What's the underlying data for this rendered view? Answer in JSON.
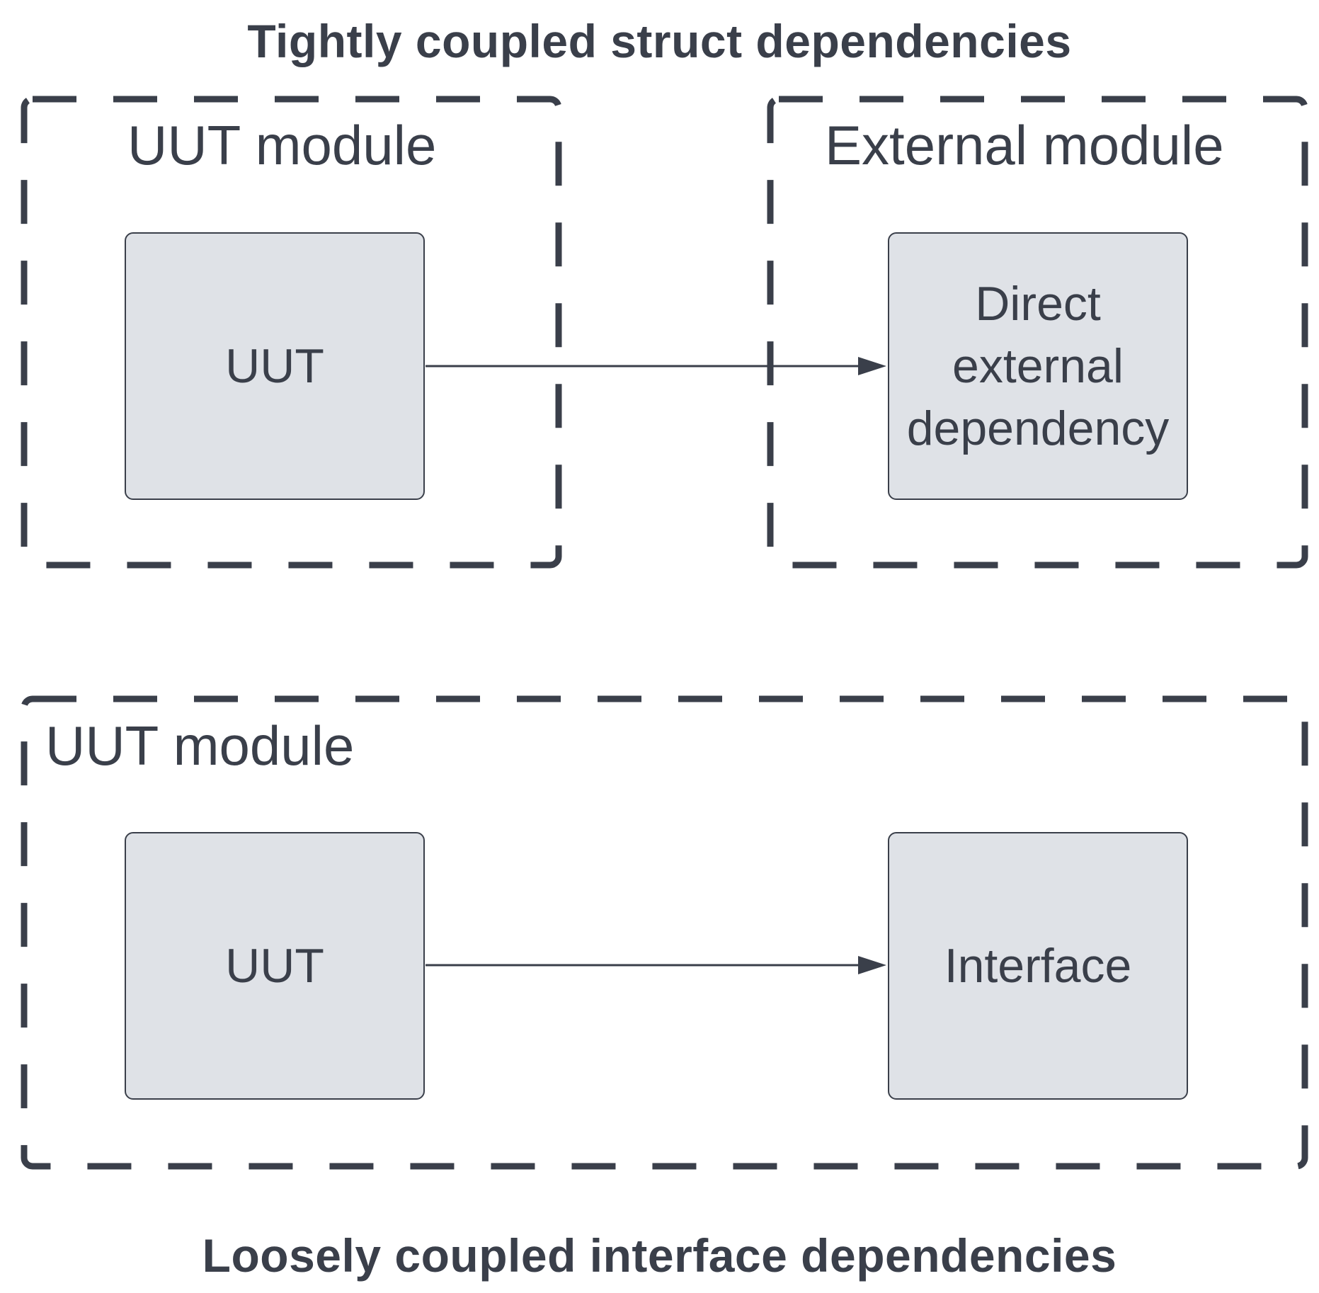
{
  "titles": {
    "top": "Tightly coupled struct dependencies",
    "bottom": "Loosely coupled interface dependencies"
  },
  "top_diagram": {
    "left_group_label": "UUT module",
    "right_group_label": "External module",
    "source_node": "UUT",
    "target_node_lines": [
      "Direct",
      "external",
      "dependency"
    ]
  },
  "bottom_diagram": {
    "group_label": "UUT module",
    "source_node": "UUT",
    "target_node": "Interface"
  },
  "colors": {
    "stroke": "#3a3f4a",
    "node_fill": "#dfe2e7",
    "background": "#ffffff"
  }
}
